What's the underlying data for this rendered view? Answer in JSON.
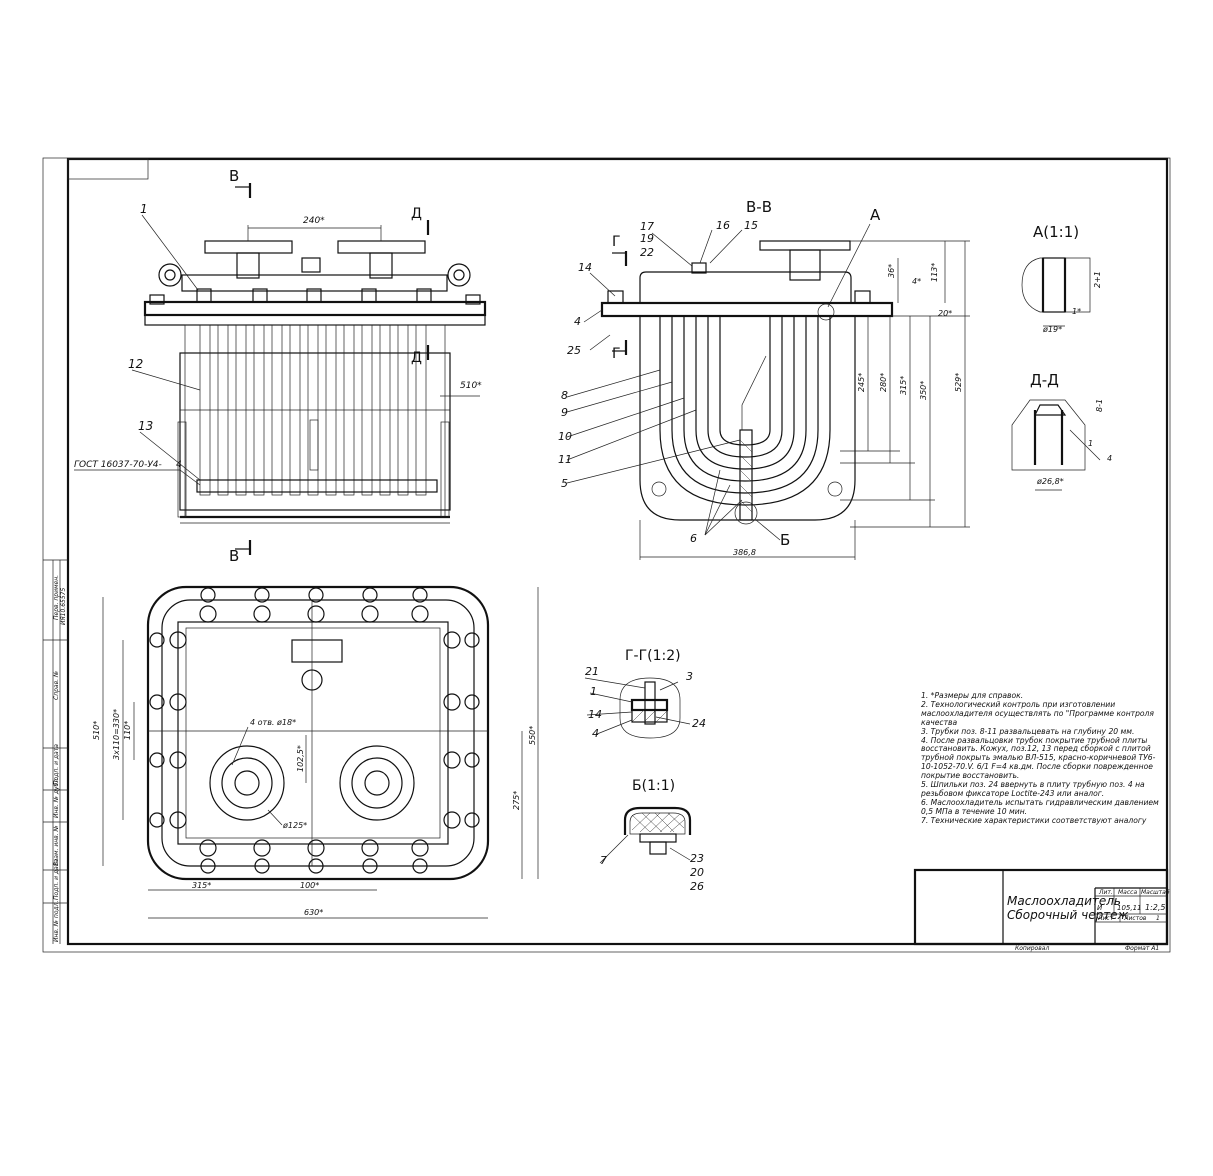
{
  "title_block": {
    "name": "Маслоохладитель",
    "doc_type": "Сборочный чертеж",
    "col_lit": "Лит.",
    "col_mass": "Масса",
    "col_scale": "Масштаб",
    "mass": "105,11",
    "scale": "1:2,5",
    "sheet_label": "Лист",
    "sheets_label": "Листов",
    "sheets_count": "1",
    "lit_value": "И",
    "copied": "Копировал",
    "format": "Формат A1"
  },
  "views": {
    "front": {
      "section_b_top": "В",
      "section_b_bottom": "В",
      "section_d": "Д",
      "section_d2": "Д"
    },
    "section_bb": {
      "title": "В-В",
      "detail_a": "А",
      "detail_b": "Б",
      "g_top": "Г",
      "g_bottom": "Г"
    },
    "detail_a": {
      "title": "А(1:1)"
    },
    "section_dd": {
      "title": "Д-Д"
    },
    "section_gg": {
      "title": "Г-Г(1:2)"
    },
    "detail_b": {
      "title": "Б(1:1)"
    }
  },
  "dimensions": {
    "front_240": "240*",
    "front_510": "510*",
    "gost": "ГОСТ 16037-70-У4-",
    "gost_weld": "4",
    "bb_113": "113*",
    "bb_36": "36*",
    "bb_4": "4*",
    "bb_20": "20*",
    "bb_245": "245*",
    "bb_280": "280*",
    "bb_315": "315*",
    "bb_350": "350*",
    "bb_529": "529*",
    "bb_3868": "386,8",
    "a_1": "1*",
    "a_19": "ø19*",
    "a_2": "2+1",
    "d_8": "8-1",
    "d_268": "ø26,8*",
    "d_4": "4",
    "d_1": "1",
    "plan_510": "510*",
    "plan_3x110": "3x110=330*",
    "plan_110": "110*",
    "plan_holes": "4 отв. ø18*",
    "plan_1025": "102,5*",
    "plan_125": "ø125*",
    "plan_275": "275*",
    "plan_550": "550*",
    "plan_315": "315*",
    "plan_100": "100*",
    "plan_630": "630*"
  },
  "positions": {
    "front": [
      "1",
      "12",
      "13"
    ],
    "bb": [
      "17",
      "19",
      "22",
      "16",
      "15",
      "14",
      "4",
      "25",
      "8",
      "9",
      "10",
      "11",
      "5",
      "6"
    ],
    "gg": [
      "21",
      "3",
      "1",
      "14",
      "24",
      "4"
    ],
    "b11": [
      "7",
      "23",
      "20",
      "26"
    ]
  },
  "notes": [
    "1. *Размеры для справок.",
    "2. Технологический контроль при изготовлении маслоохладителя осуществлять по \"Программе контроля качества",
    "3. Трубки поз. 8-11 развальцевать на глубину 20 мм.",
    "4. После развальцовки трубок покрытие трубной плиты восстановить. Кожух, поз.12, 13 перед сборкой с плитой трубной покрыть эмалью ВЛ-515, красно-коричневой ТУ6-10-1052-70.V. 6/1 F=4 кв.дм. После сборки поврежденное покрытие восстановить.",
    "5. Шпильки поз. 24 ввернуть в плиту трубную поз. 4 на резьбовом фиксаторе Loctite-243 или аналог.",
    "6. Маслоохладитель испытать гидравлическим давлением 0,5 МПа в течение 10 мин.",
    "7. Технические характеристики соответствуют аналогу"
  ],
  "side_stamp": {
    "inv_podl": "Инв. № подл.",
    "podp_data": "Подп. и дата",
    "vzam_inv": "Взам. инв. №",
    "inv_dubl": "Инв. № дубл.",
    "podp_data2": "Подп. и дата",
    "sprav": "Справ. №",
    "perv_primen": "Перв. примен.",
    "perv_value": "ИЯ10.65575"
  }
}
